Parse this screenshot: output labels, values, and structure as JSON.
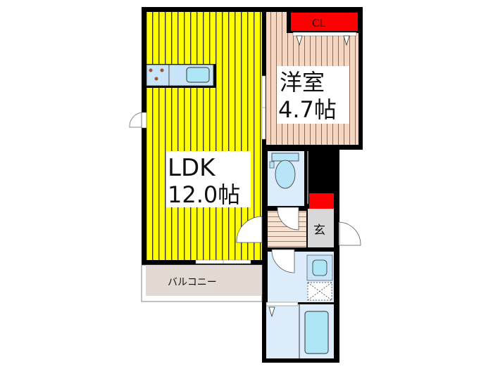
{
  "rooms": {
    "ldk": {
      "name": "LDK",
      "size": "12.0帖"
    },
    "western": {
      "name": "洋室",
      "size": "4.7帖"
    },
    "closet": {
      "name": "CL"
    },
    "entrance": {
      "name": "玄"
    },
    "balcony": {
      "name": "バルコニー"
    }
  },
  "colors": {
    "ldk": "#ffff00",
    "western": "#f4d4bc",
    "closet": "#ff0000",
    "wet": "#dcecfa",
    "fixture": "#b8e4f8",
    "entrance": "#d8d8d8",
    "balcony": "#e2dad2",
    "wall": "#000000"
  }
}
